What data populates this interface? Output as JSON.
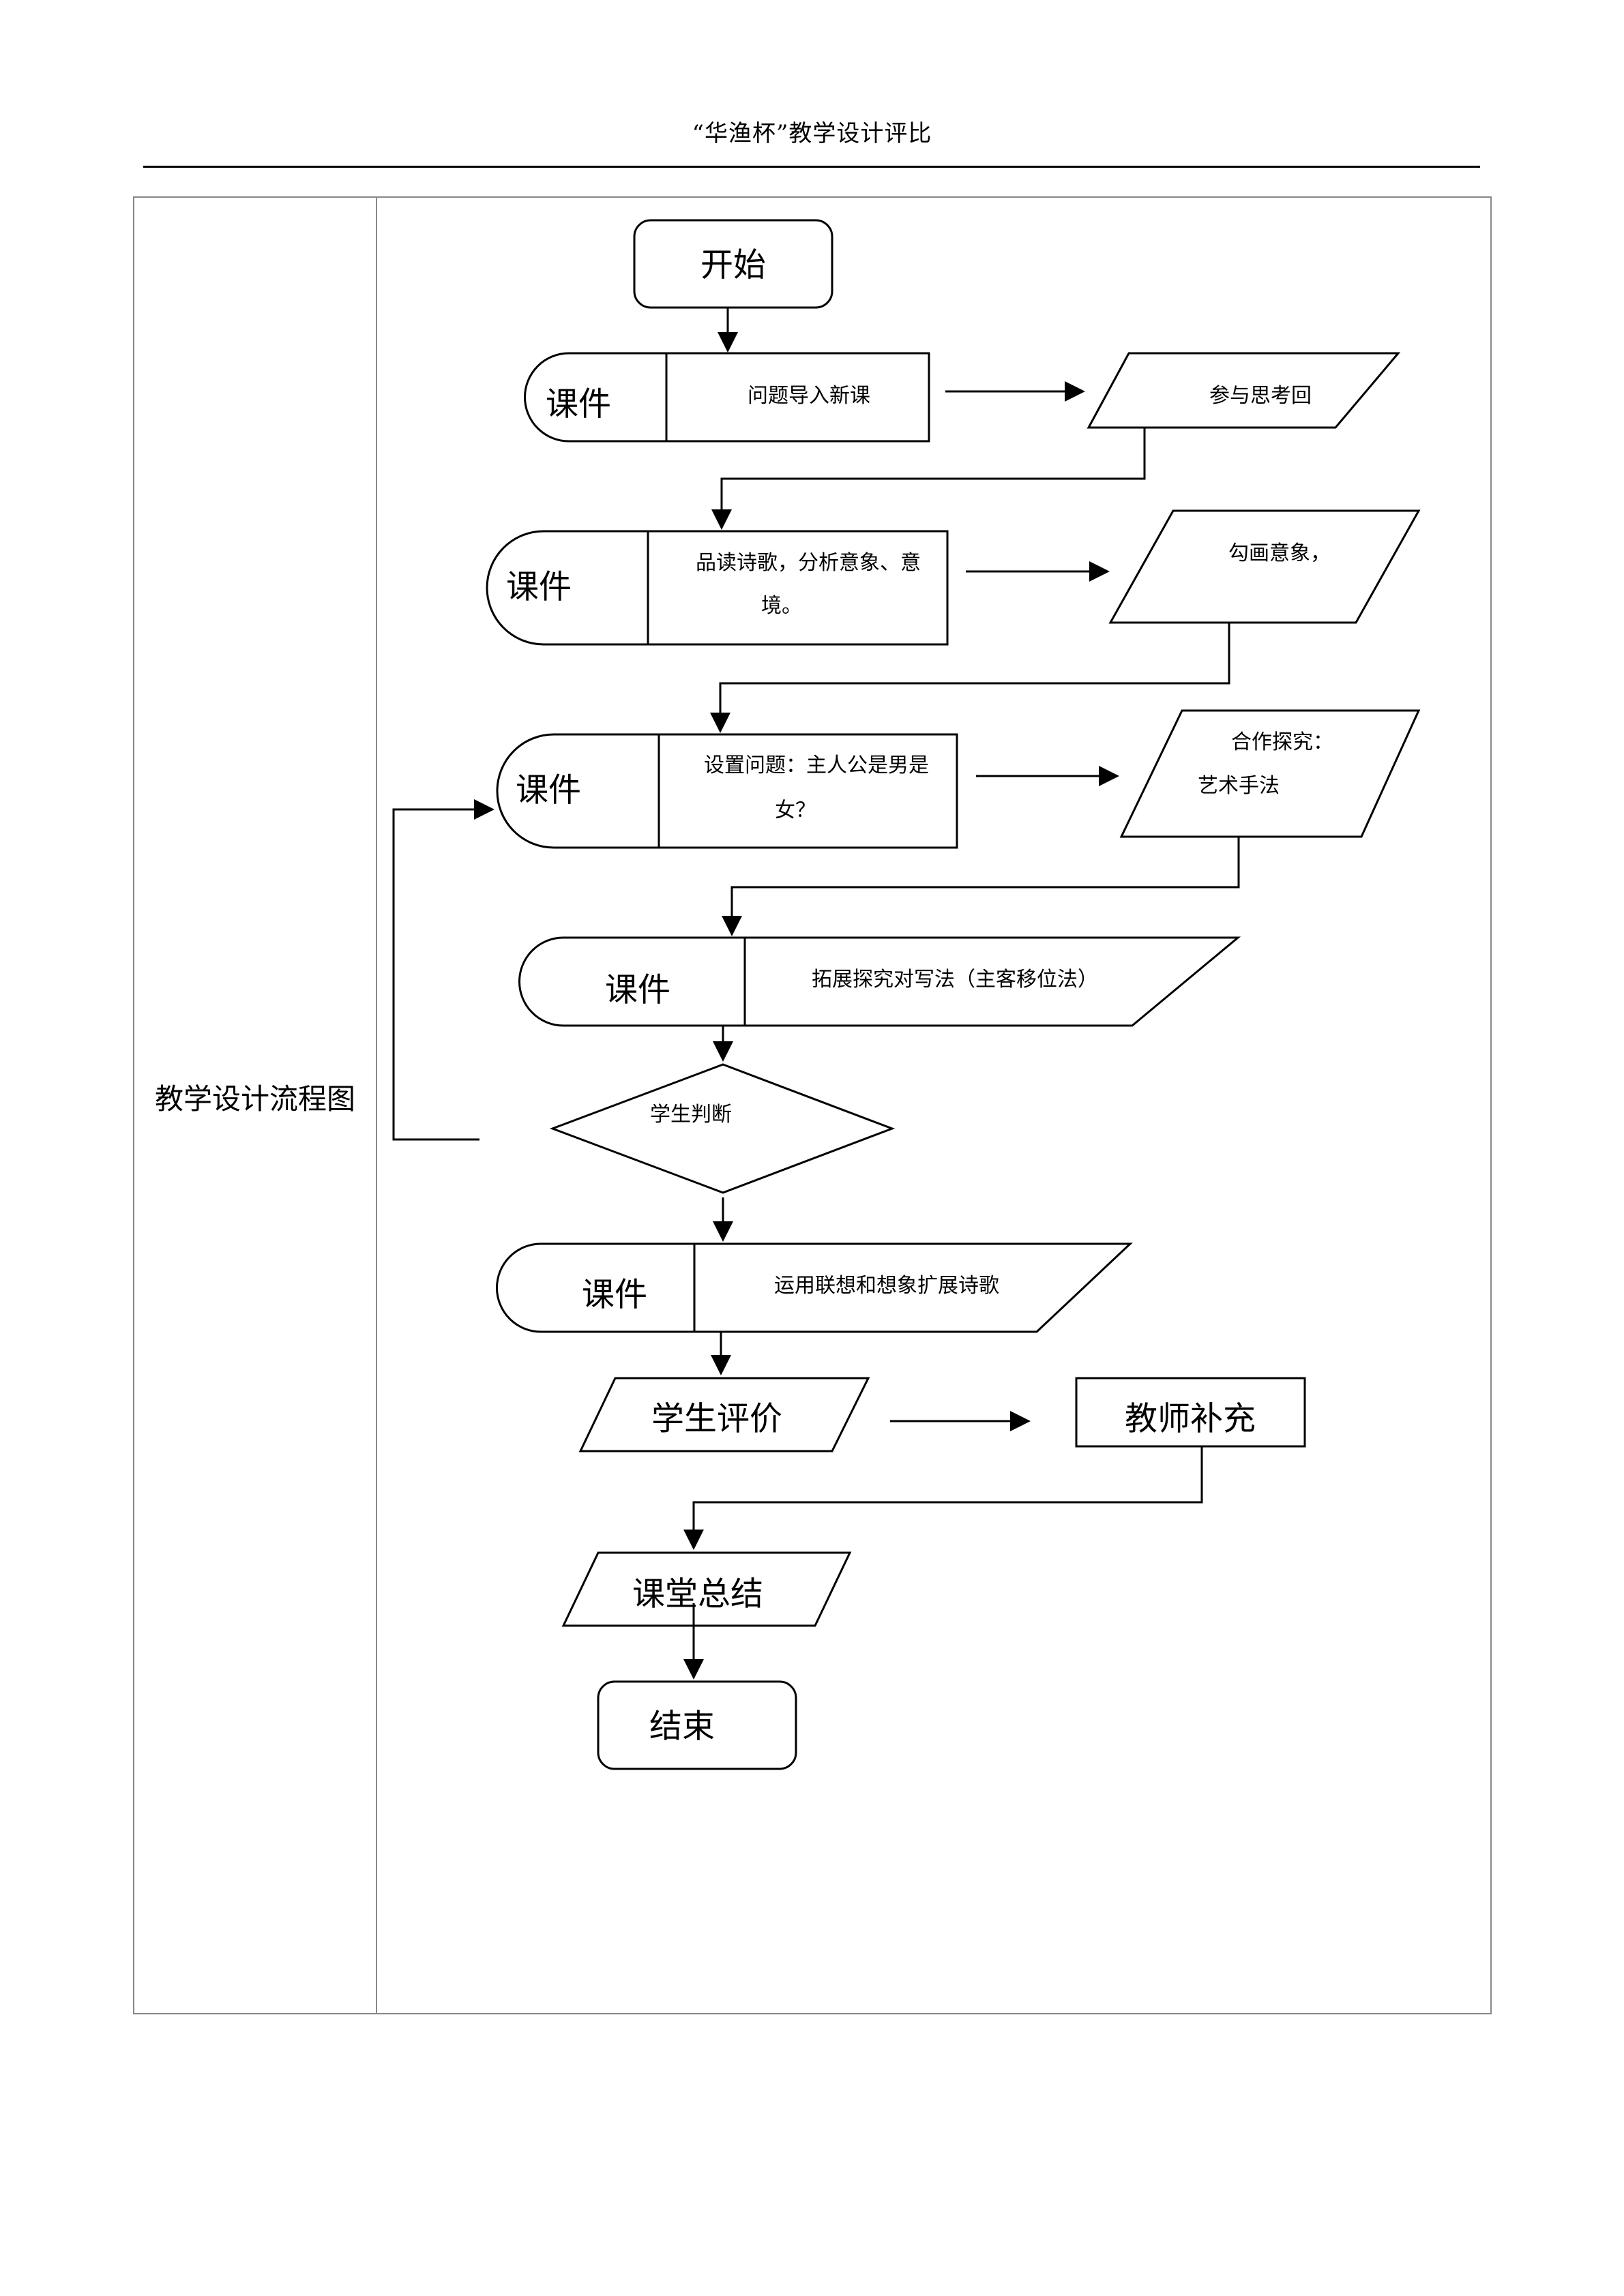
{
  "header": {
    "title": "“华渔杯”教学设计评比"
  },
  "table": {
    "row_label": "教学设计流程图"
  },
  "flowchart": {
    "start": "开始",
    "courseware_label": "课件",
    "step1": "问题导入新课",
    "step1_side": "参与思考回",
    "step2_line1": "品读诗歌，分析意象、意",
    "step2_line2": "境。",
    "step2_side_line1": "勾画意象，",
    "step3_line1": "设置问题：主人公是男是",
    "step3_line2": "女？",
    "step3_side_line1": "合作探究：",
    "step3_side_line2": "艺术手法",
    "step4": "拓展探究对写法（主客移位法）",
    "decision": "学生判断",
    "step5": "运用联想和想象扩展诗歌",
    "student_eval": "学生评价",
    "teacher_supplement": "教师补充",
    "summary": "课堂总结",
    "end": "结束"
  }
}
